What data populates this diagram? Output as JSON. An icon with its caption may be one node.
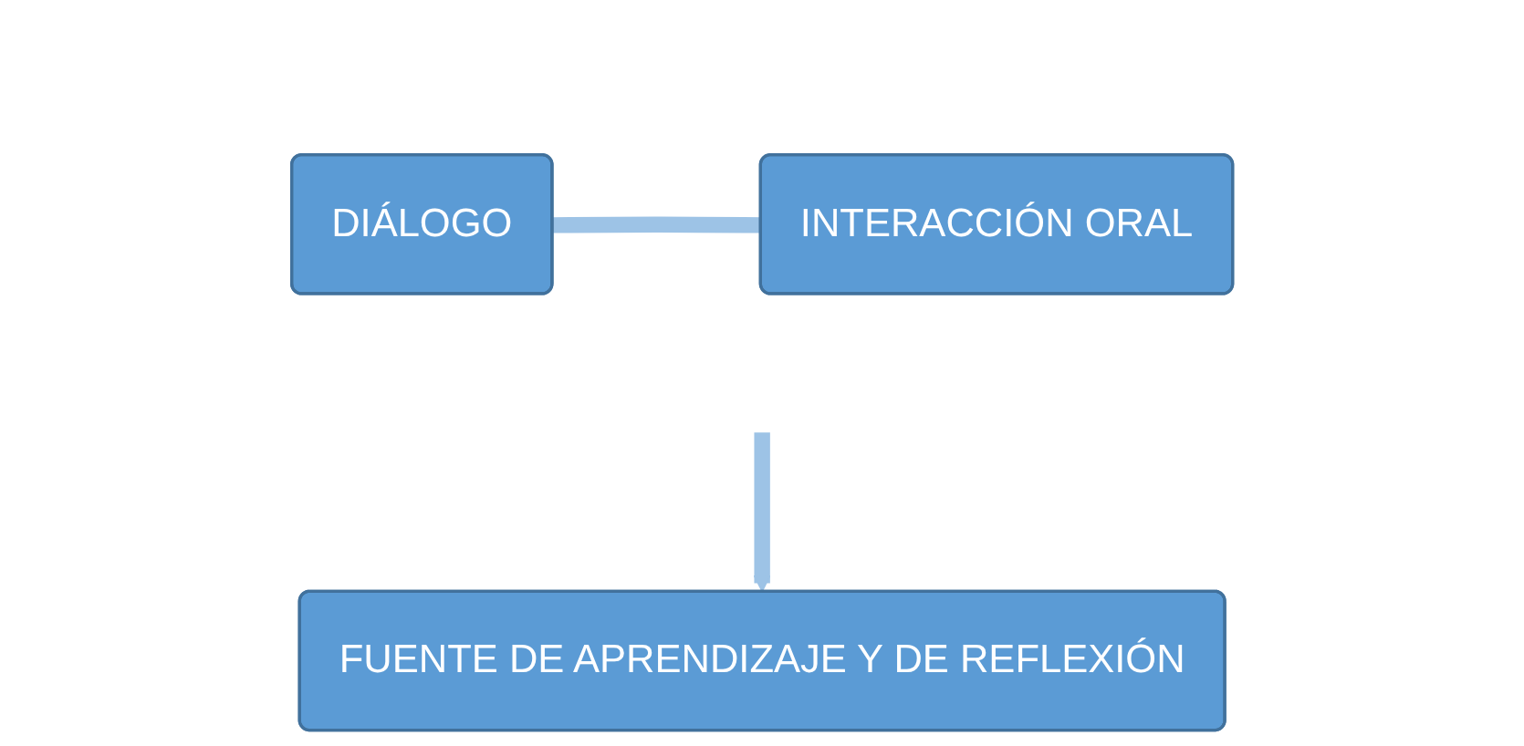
{
  "diagram": {
    "nodes": [
      {
        "text": [
          "DIÁLOGO"
        ]
      },
      {
        "text": [
          "INTERACCIÓN ORAL"
        ]
      },
      {
        "text": [
          "FUENTE DE APRENDIZAJE Y DE REFLEXIÓN"
        ]
      }
    ],
    "edges": [
      {
        "from": 0,
        "to": 1,
        "arrow": "none"
      },
      {
        "from": null,
        "to": 2,
        "arrow": "to"
      }
    ]
  }
}
